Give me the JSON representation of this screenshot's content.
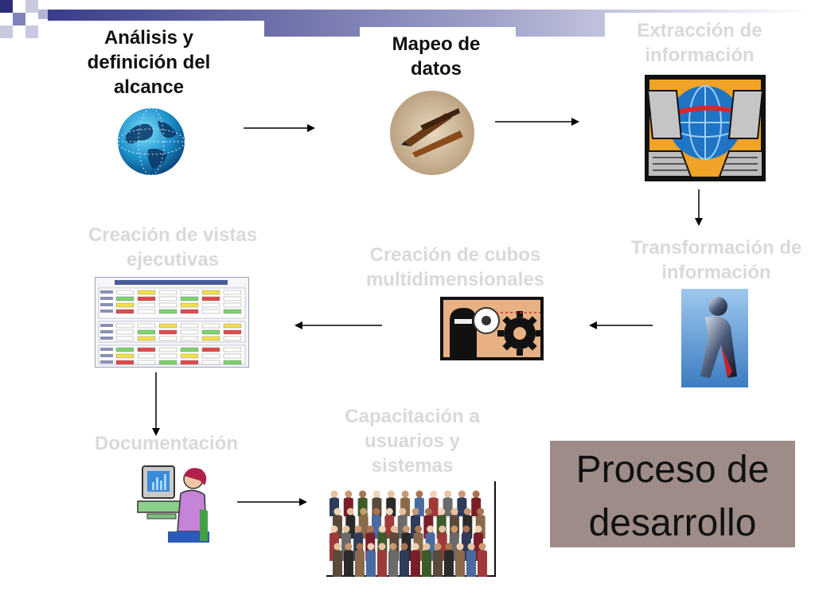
{
  "colors": {
    "active_text": "#111111",
    "faded_text": "#d9d9d9",
    "title_box": "#9e8c88",
    "banner_blue": "#3a3c8a"
  },
  "steps": [
    {
      "label": "Análisis y definición del alcance",
      "state": "active",
      "icon": "globe-icon"
    },
    {
      "label": "Mapeo de datos",
      "state": "active",
      "icon": "pens-icon"
    },
    {
      "label": "Extracción de información",
      "state": "faded",
      "icon": "data-exchange-icon"
    },
    {
      "label": "Transformación de información",
      "state": "faded",
      "icon": "figure-icon"
    },
    {
      "label": "Creación de cubos multidimensionales",
      "state": "faded",
      "icon": "gears-icon"
    },
    {
      "label": "Creación de vistas ejecutivas",
      "state": "faded",
      "icon": "dashboard-icon"
    },
    {
      "label": "Documentación",
      "state": "faded",
      "icon": "computer-user-icon"
    },
    {
      "label": "Capacitación a usuarios y sistemas",
      "state": "faded",
      "icon": "crowd-icon"
    }
  ],
  "title": {
    "line1": "Proceso de",
    "line2": "desarrollo"
  }
}
